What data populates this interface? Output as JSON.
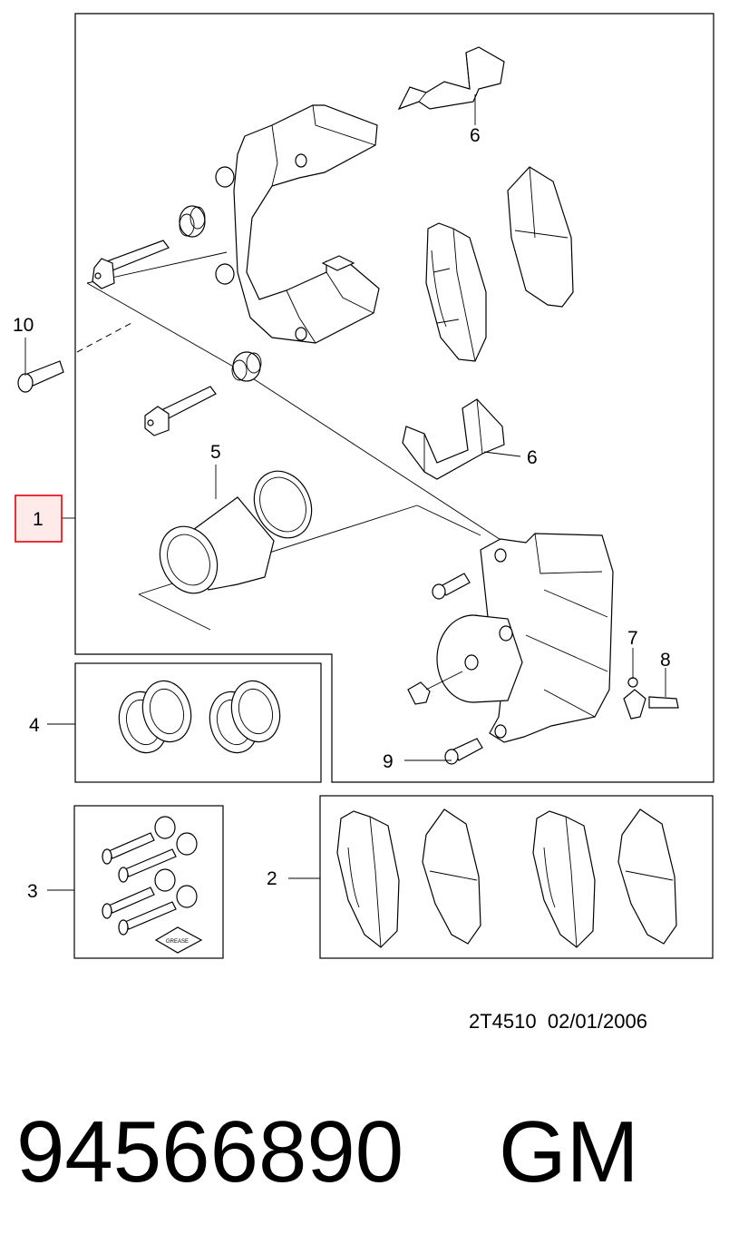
{
  "diagram": {
    "callouts": {
      "c1": "1",
      "c2": "2",
      "c3": "3",
      "c4": "4",
      "c5": "5",
      "c6a": "6",
      "c6b": "6",
      "c7": "7",
      "c8": "8",
      "c9": "9",
      "c10": "10"
    },
    "grease_label": "GREASE",
    "reference": "2T4510  02/01/2006",
    "highlight_color": "#e8000a"
  },
  "footer": {
    "part_number": "94566890",
    "brand": "GM"
  }
}
